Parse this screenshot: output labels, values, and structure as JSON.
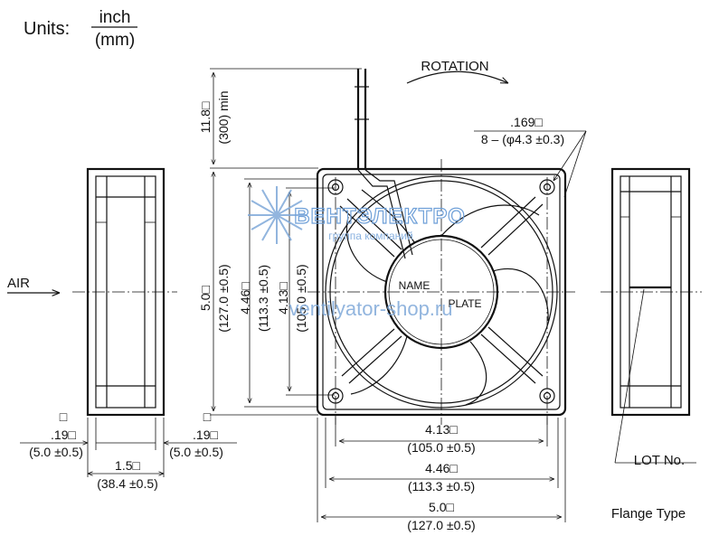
{
  "units": {
    "label": "Units:",
    "numerator": "inch",
    "denominator": "(mm)"
  },
  "rotation_label": "ROTATION",
  "air_label": "AIR",
  "lead_length": {
    "inch": "11.8□",
    "mm": "(300) min"
  },
  "hole_spec": {
    "inch": ".169□",
    "mm": "8 – (φ4.3 ±0.3)"
  },
  "nameplate": {
    "line1": "NAME",
    "line2": "PLATE"
  },
  "watermark": {
    "brand": "ВЕНТЭЛЕКТРО",
    "tagline": "группа компаний",
    "site": "ventilyator-shop.ru"
  },
  "vertical_dims": [
    {
      "inch": "5.0□",
      "mm": "(127.0 ±0.5)"
    },
    {
      "inch": "4.46□",
      "mm": "(113.3 ±0.5)"
    },
    {
      "inch": "4.13□",
      "mm": "(105.0 ±0.5)"
    }
  ],
  "horizontal_dims": [
    {
      "inch": "4.13□",
      "mm": "(105.0 ±0.5)"
    },
    {
      "inch": "4.46□",
      "mm": "(113.3 ±0.5)"
    },
    {
      "inch": "5.0□",
      "mm": "(127.0 ±0.5)"
    }
  ],
  "side_dims": {
    "left_flange": {
      "mark": "□",
      "inch": ".19□",
      "mm": "(5.0 ±0.5)"
    },
    "right_flange": {
      "mark": "□",
      "inch": ".19□",
      "mm": "(5.0 ±0.5)"
    },
    "depth": {
      "inch": "1.5□",
      "mm": "(38.4 ±0.5)"
    }
  },
  "lot_label": "LOT No.",
  "flange_label": "Flange Type"
}
